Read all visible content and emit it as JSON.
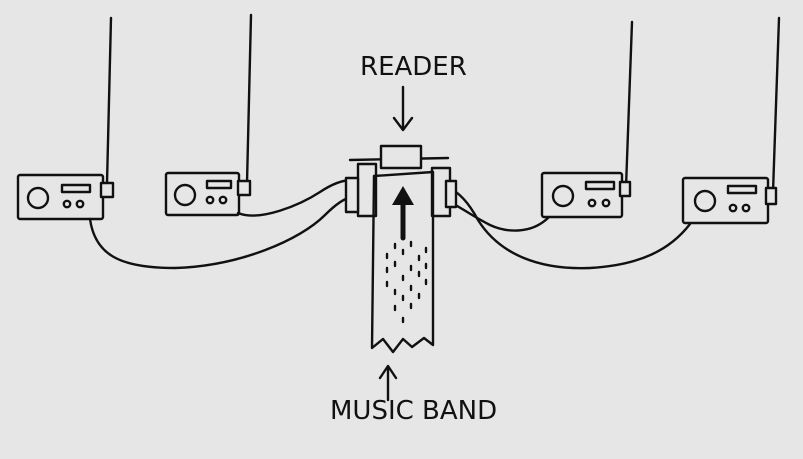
{
  "labels": {
    "reader": "READER",
    "music_band": "MUSIC BAND"
  },
  "colors": {
    "paper": "#e6e6e6",
    "ink": "#111111"
  },
  "components": {
    "radios": [
      "radio-1",
      "radio-2",
      "radio-3",
      "radio-4"
    ],
    "reader": "reader-device",
    "band": "music-band-strip"
  }
}
